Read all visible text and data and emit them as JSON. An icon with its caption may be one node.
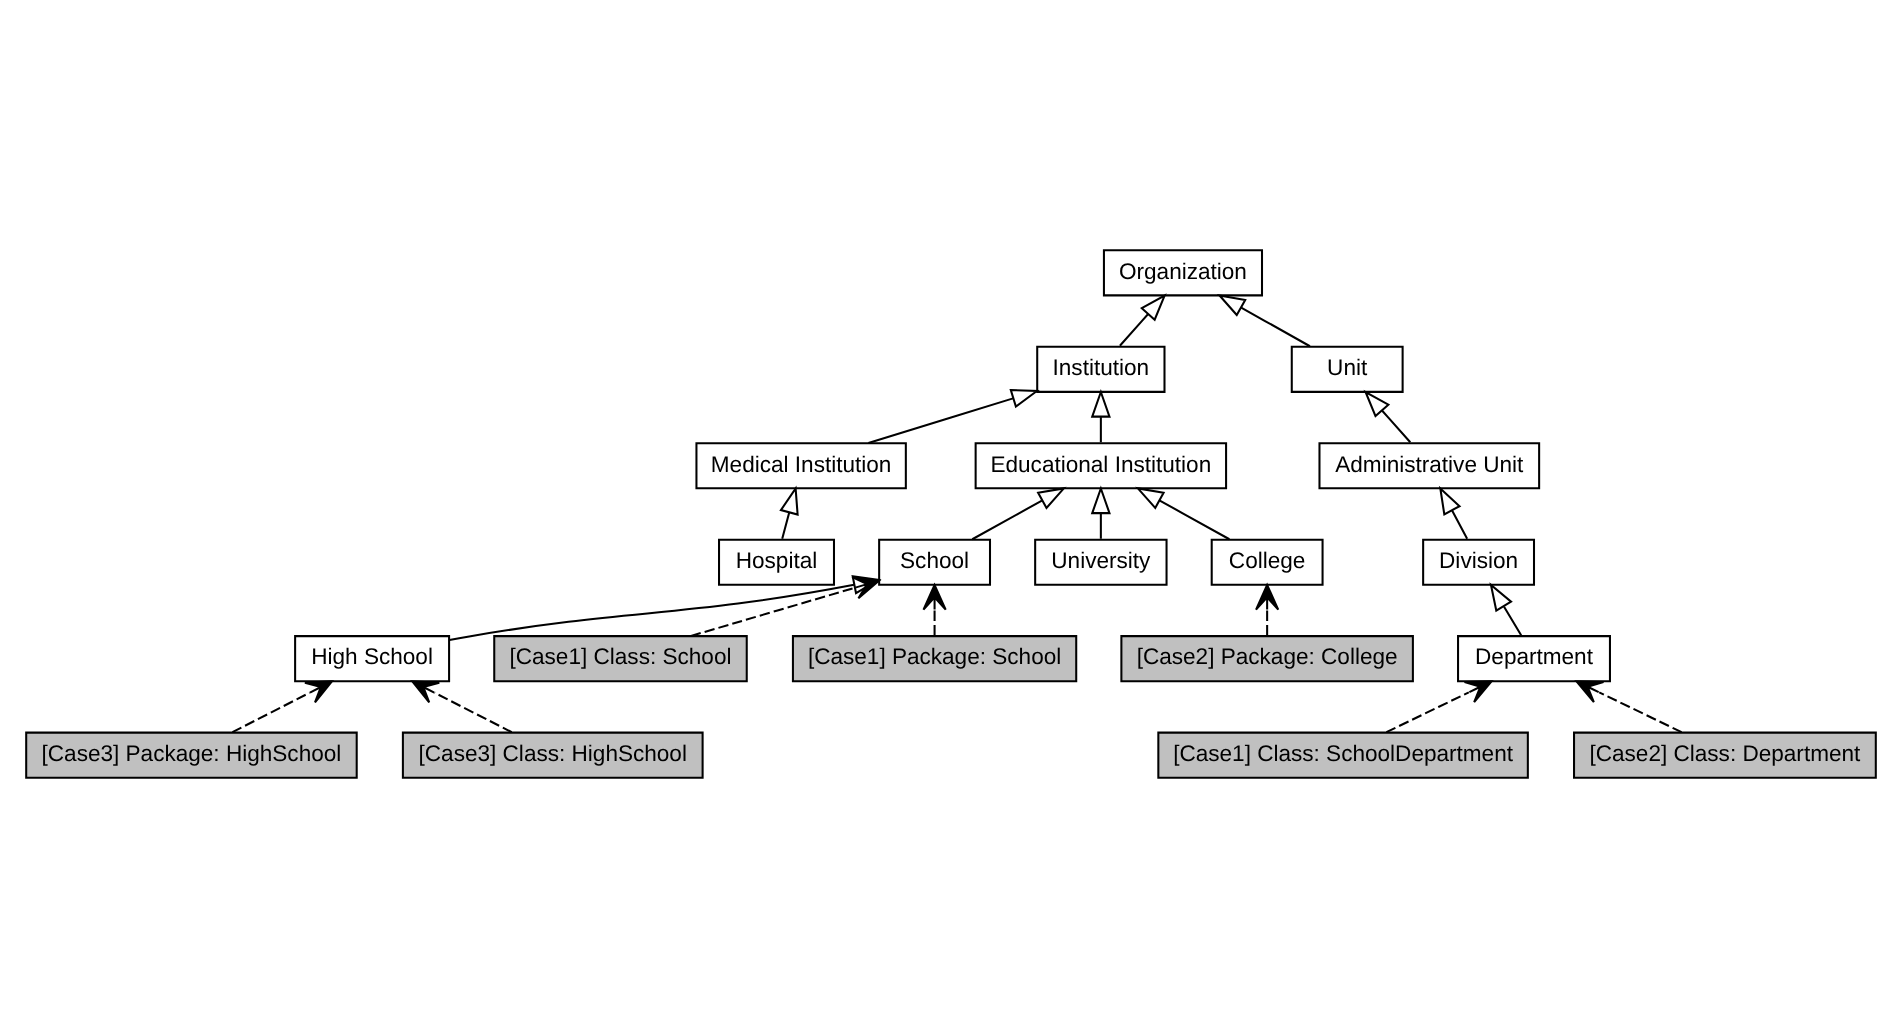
{
  "diagram": {
    "nodes": [
      {
        "text": [
          "Organization"
        ]
      },
      {
        "text": [
          "Institution"
        ]
      },
      {
        "text": [
          "Unit"
        ]
      },
      {
        "text": [
          "Medical Institution"
        ]
      },
      {
        "text": [
          "Educational Institution"
        ]
      },
      {
        "text": [
          "Administrative Unit"
        ]
      },
      {
        "text": [
          "Hospital"
        ]
      },
      {
        "text": [
          "School"
        ]
      },
      {
        "text": [
          "University"
        ]
      },
      {
        "text": [
          "College"
        ]
      },
      {
        "text": [
          "Division"
        ]
      },
      {
        "text": [
          "High School"
        ]
      },
      {
        "text": [
          "Department"
        ]
      },
      {
        "text": [
          "[Case2] Package: College"
        ]
      },
      {
        "text": [
          "[Case3] Package: HighSchool"
        ]
      },
      {
        "text": [
          "[Case1] Class: School"
        ]
      },
      {
        "text": [
          "[Case1] Class: SchoolDepartment"
        ]
      },
      {
        "text": [
          "[Case2] Class: Department"
        ]
      },
      {
        "text": [
          "[Case3] Class: HighSchool"
        ]
      },
      {
        "text": [
          "[Case1] Package: School"
        ]
      }
    ],
    "edges": [
      {
        "from": 1,
        "to": 0,
        "arrow": "to"
      },
      {
        "from": 2,
        "to": 0,
        "arrow": "to"
      },
      {
        "from": 3,
        "to": 1,
        "arrow": "to"
      },
      {
        "from": 4,
        "to": 1,
        "arrow": "to"
      },
      {
        "from": 5,
        "to": 2,
        "arrow": "to"
      },
      {
        "from": 6,
        "to": 3,
        "arrow": "to"
      },
      {
        "from": 7,
        "to": 4,
        "arrow": "to"
      },
      {
        "from": 8,
        "to": 4,
        "arrow": "to"
      },
      {
        "from": 9,
        "to": 4,
        "arrow": "to"
      },
      {
        "from": 10,
        "to": 5,
        "arrow": "to"
      },
      {
        "from": 11,
        "to": 7,
        "arrow": "to"
      },
      {
        "from": 12,
        "to": 10,
        "arrow": "to"
      },
      {
        "from": 13,
        "to": 9,
        "arrow": "to",
        "style": "dashed"
      },
      {
        "from": 14,
        "to": 11,
        "arrow": "to",
        "style": "dashed"
      },
      {
        "from": 18,
        "to": 11,
        "arrow": "to",
        "style": "dashed"
      },
      {
        "from": 15,
        "to": 7,
        "arrow": "to",
        "style": "dashed"
      },
      {
        "from": 19,
        "to": 7,
        "arrow": "to",
        "style": "dashed"
      },
      {
        "from": 16,
        "to": 12,
        "arrow": "to",
        "style": "dashed"
      },
      {
        "from": 17,
        "to": 12,
        "arrow": "to",
        "style": "dashed"
      }
    ]
  }
}
